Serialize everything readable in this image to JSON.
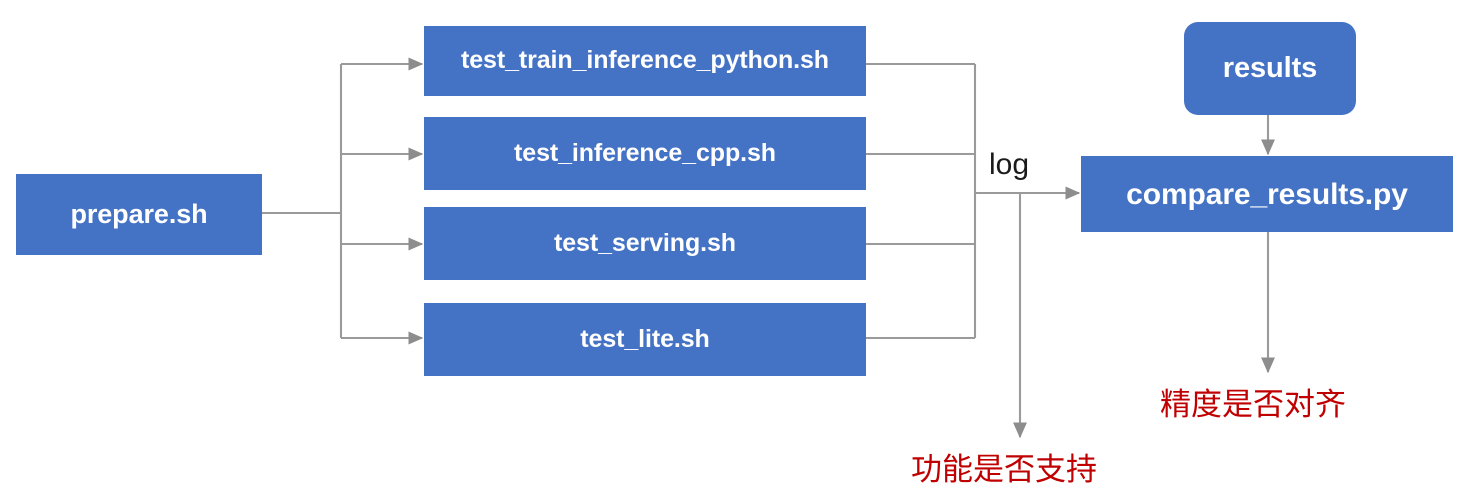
{
  "diagram": {
    "title": "PaddlePaddle TIPC test pipeline",
    "colors": {
      "node_fill": "#4472c4",
      "node_text": "#ffffff",
      "connector": "#9a9a9a",
      "annotation_red": "#c00000",
      "background": "#ffffff"
    },
    "nodes": {
      "prepare": {
        "label": "prepare.sh",
        "shape": "rect"
      },
      "test_train_inference_python": {
        "label": "test_train_inference_python.sh",
        "shape": "rect"
      },
      "test_inference_cpp": {
        "label": "test_inference_cpp.sh",
        "shape": "rect"
      },
      "test_serving": {
        "label": "test_serving.sh",
        "shape": "rect"
      },
      "test_lite": {
        "label": "test_lite.sh",
        "shape": "rect"
      },
      "results": {
        "label": "results",
        "shape": "rounded-rect"
      },
      "compare_results": {
        "label": "compare_results.py",
        "shape": "rect"
      }
    },
    "edge_labels": {
      "log": "log"
    },
    "annotations": {
      "feature_support": "功能是否支持",
      "precision_align": "精度是否对齐"
    }
  }
}
